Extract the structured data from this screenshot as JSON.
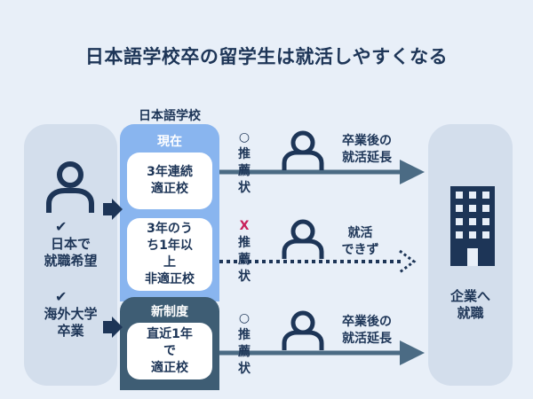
{
  "title": "日本語学校卒の留学生は就活しやすくなる",
  "left_panel": {
    "conditions": [
      {
        "check": "✔",
        "text": "日本で\n就職希望"
      },
      {
        "check": "✔",
        "text": "海外大学\n卒業"
      }
    ]
  },
  "school": {
    "label": "日本語学校",
    "current_label": "現在",
    "new_label": "新制度",
    "boxes": [
      "3年連続\n適正校",
      "3年のう\nち1年以\n上\n非適正校",
      "直近1年\nで\n適正校"
    ]
  },
  "recommendations": [
    {
      "mark": "○",
      "chars": [
        "推",
        "薦",
        "状"
      ]
    },
    {
      "mark": "X",
      "chars": [
        "推",
        "薦",
        "状"
      ]
    },
    {
      "mark": "○",
      "chars": [
        "推",
        "薦",
        "状"
      ]
    }
  ],
  "outcomes": [
    "卒業後の\n就活延長",
    "就活\nできず",
    "卒業後の\n就活延長"
  ],
  "right_panel": {
    "text": "企業へ\n就職"
  },
  "colors": {
    "navy": "#1d3557",
    "arrow": "#4b6b84",
    "light_blue": "#89b5ef",
    "dark_teal": "#3e5d74",
    "panel": "#d3deec",
    "accent_red": "#c8205a"
  }
}
